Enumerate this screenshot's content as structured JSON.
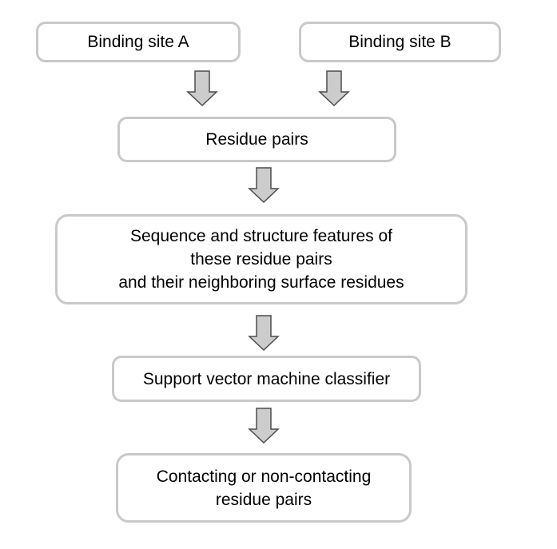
{
  "diagram": {
    "type": "flowchart",
    "description": "SVM residue-pair contact prediction pipeline",
    "colors": {
      "background": "#ffffff",
      "box_fill": "#ffffff",
      "box_border": "#c9c9c9",
      "arrow_fill": "#cccccc",
      "arrow_outline": "#4d4d4d",
      "text": "#000000"
    },
    "nodes": [
      {
        "id": "binding-site-a",
        "label": "Binding site A"
      },
      {
        "id": "binding-site-b",
        "label": "Binding site B"
      },
      {
        "id": "residue-pairs",
        "label": "Residue pairs"
      },
      {
        "id": "features",
        "lines": [
          "Sequence and structure features of",
          "these residue pairs",
          "and their neighboring surface residues"
        ]
      },
      {
        "id": "svm-classifier",
        "label": "Support vector machine classifier"
      },
      {
        "id": "output",
        "lines": [
          "Contacting or non-contacting",
          "residue pairs"
        ]
      }
    ],
    "edges": [
      {
        "from": "binding-site-a",
        "to": "residue-pairs"
      },
      {
        "from": "binding-site-b",
        "to": "residue-pairs"
      },
      {
        "from": "residue-pairs",
        "to": "features"
      },
      {
        "from": "features",
        "to": "svm-classifier"
      },
      {
        "from": "svm-classifier",
        "to": "output"
      }
    ]
  }
}
